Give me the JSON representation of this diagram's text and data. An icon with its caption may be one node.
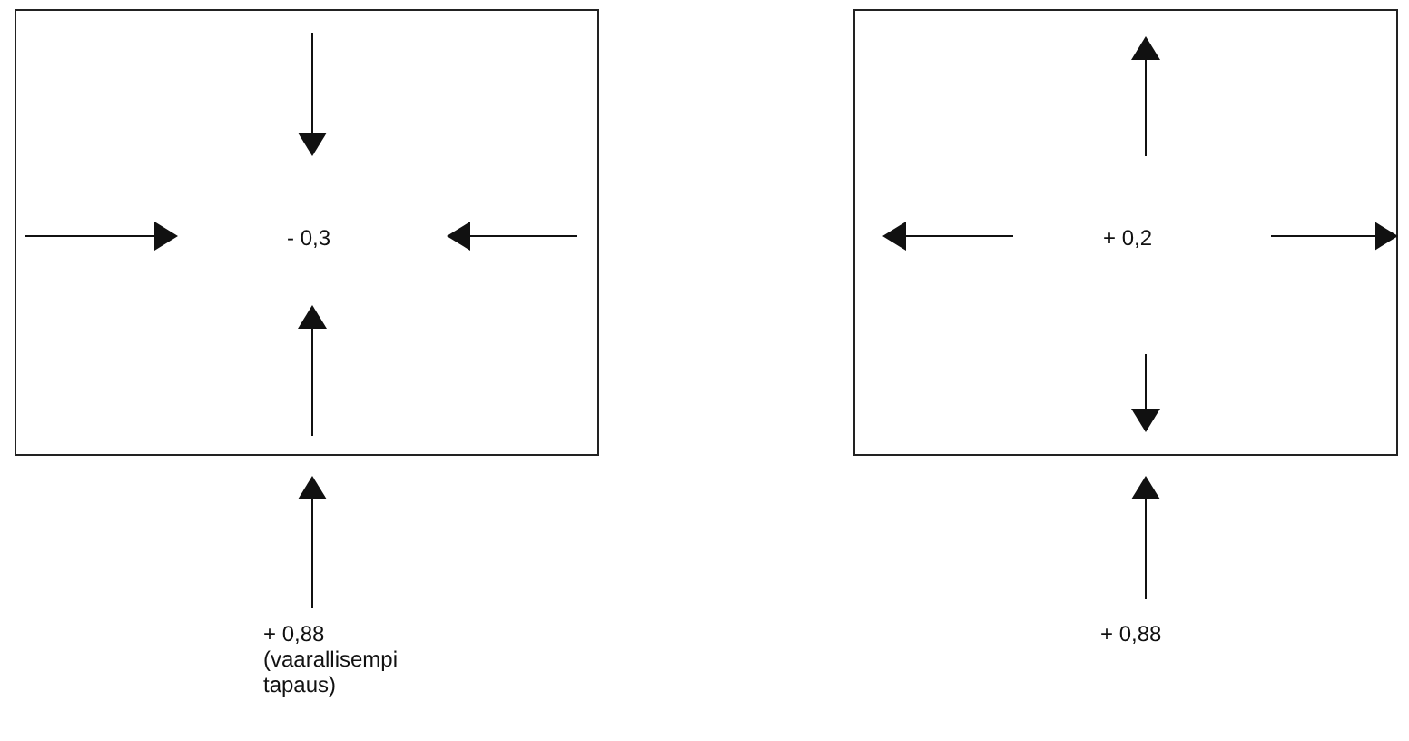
{
  "diagram": {
    "nodes": [
      {
        "text": [
          "- 0,3"
        ]
      },
      {
        "text": [
          "+ 0,2"
        ]
      }
    ],
    "labels": [
      "+ 0,88 (vaarallisempi tapaus)",
      "+ 0,88"
    ]
  }
}
